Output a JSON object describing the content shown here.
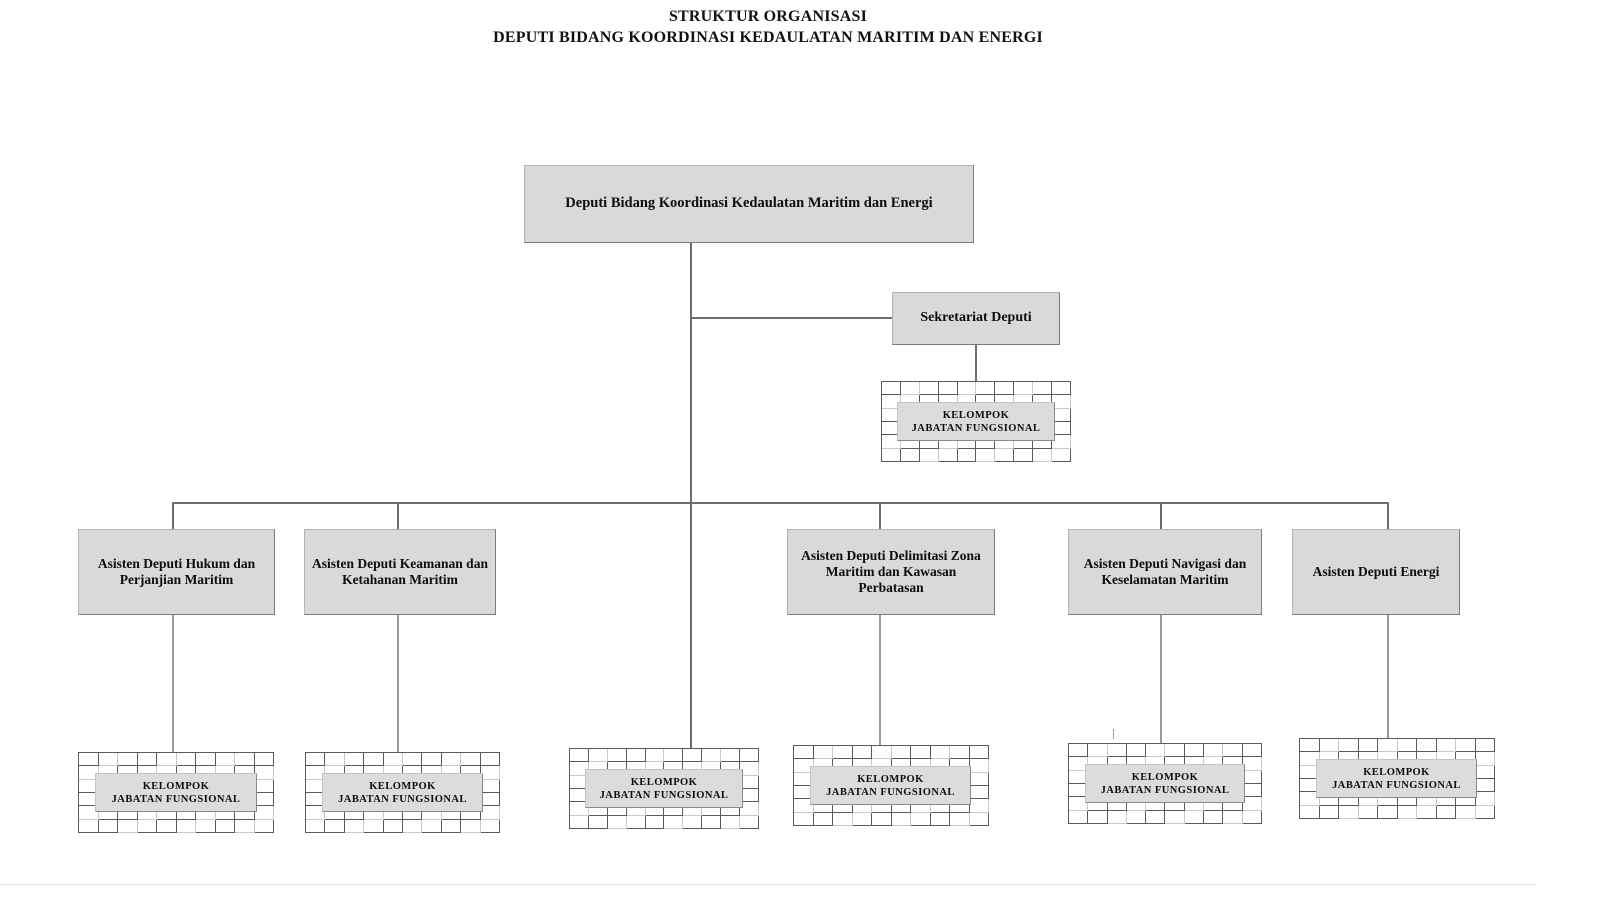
{
  "title": {
    "line1": "STRUKTUR ORGANISASI",
    "line2": "DEPUTI BIDANG KOORDINASI KEDAULATAN MARITIM DAN ENERGI"
  },
  "colors": {
    "box_fill": "#d9d9d9",
    "box_border": "#7a7a7a",
    "line": "#6e6e6e",
    "grid_line": "#5a5a5a",
    "label_fill": "#dcdcdc",
    "text": "#0d0d0d",
    "page_background": "#ffffff"
  },
  "chart_data": {
    "type": "diagram",
    "diagram_kind": "organization-chart",
    "title": "STRUKTUR ORGANISASI DEPUTI BIDANG KOORDINASI KEDAULATAN MARITIM DAN ENERGI",
    "root": "Deputi Bidang Koordinasi Kedaulatan Maritim dan Energi",
    "staff": [
      "Sekretariat Deputi"
    ],
    "children": [
      "Asisten Deputi Hukum dan Perjanjian Maritim",
      "Asisten Deputi Keamanan dan Ketahanan Maritim",
      "Asisten Deputi Delimitasi Zona Maritim dan Kawasan Perbatasan",
      "Asisten Deputi Navigasi dan Keselamatan Maritim",
      "Asisten Deputi Energi"
    ],
    "functional_group_label": "KELOMPOK JABATAN FUNGSIONAL",
    "functional_group_count": 6,
    "levels": 3
  },
  "root": {
    "label": "Deputi Bidang Koordinasi Kedaulatan Maritim dan Energi"
  },
  "secretariat": {
    "label": "Sekretariat Deputi"
  },
  "functional_group": {
    "line1": "KELOMPOK",
    "line2": "JABATAN FUNGSIONAL"
  },
  "units": [
    {
      "label": "Asisten Deputi Hukum dan Perjanjian Maritim"
    },
    {
      "label": "Asisten Deputi Keamanan dan Ketahanan Maritim"
    },
    {
      "label": "Asisten Deputi Delimitasi Zona Maritim dan Kawasan Perbatasan"
    },
    {
      "label": "Asisten Deputi Navigasi dan Keselamatan Maritim"
    },
    {
      "label": "Asisten Deputi Energi"
    }
  ]
}
